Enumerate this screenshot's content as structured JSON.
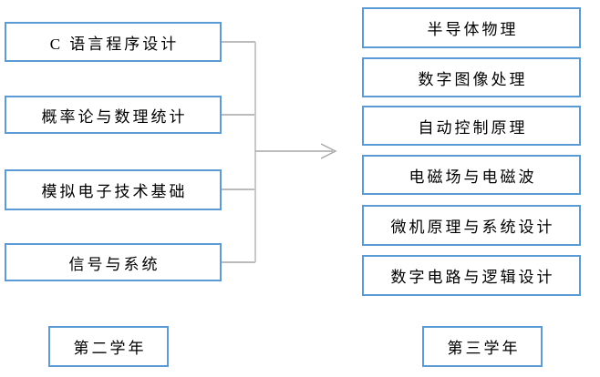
{
  "diagram": {
    "title": "course prerequisite flow",
    "year2": {
      "label": "第二学年",
      "courses": [
        "C 语言程序设计",
        "概率论与数理统计",
        "模拟电子技术基础",
        "信号与系统"
      ]
    },
    "year3": {
      "label": "第三学年",
      "courses": [
        "半导体物理",
        "数字图像处理",
        "自动控制原理",
        "电磁场与电磁波",
        "微机原理与系统设计",
        "数字电路与逻辑设计"
      ]
    },
    "colors": {
      "box_border": "#5B9BD5",
      "box_fill": "#FFFFFF",
      "text": "#000000",
      "connector_line": "#A6A6A6",
      "trunk_line": "#C9C9C9",
      "background": "#FFFFFF"
    }
  }
}
